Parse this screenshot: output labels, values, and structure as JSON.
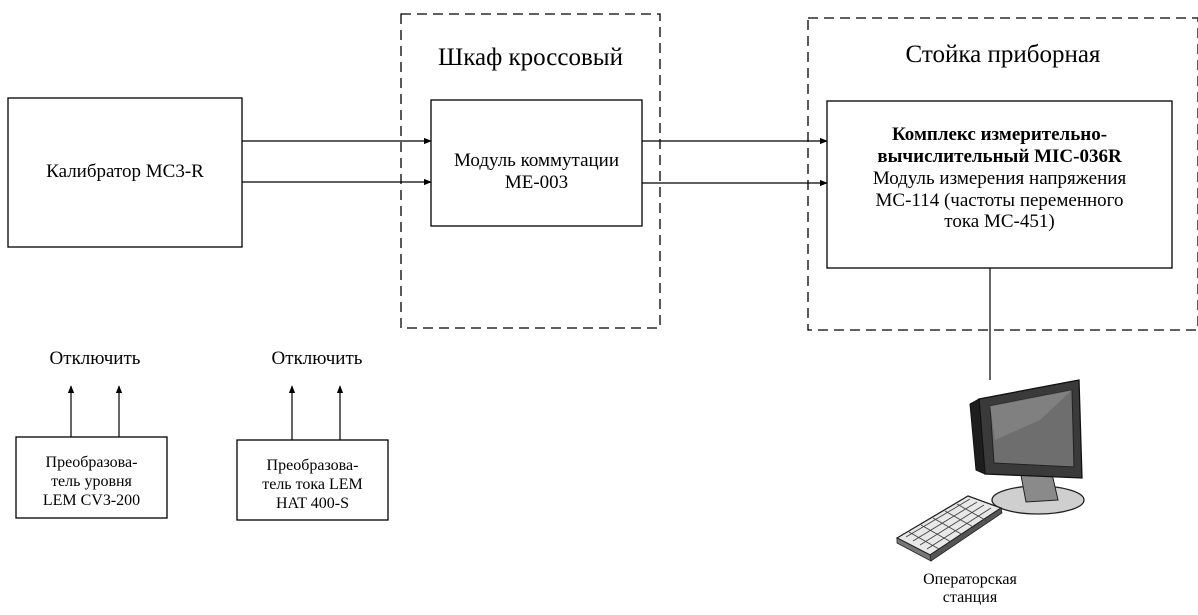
{
  "diagram": {
    "cabinet_title": "Шкаф кроссовый",
    "rack_title": "Стойка приборная",
    "calibrator": "Калибратор MC3-R",
    "switch_module_line1": "Модуль коммутации",
    "switch_module_line2": "ME-003",
    "complex_line1": "Комплекс измерительно-",
    "complex_line2": "вычислительный MIC-036R",
    "complex_line3": "Модуль измерения напряжения",
    "complex_line4": "MC-114 (частоты переменного",
    "complex_line5": "тока MC-451)",
    "disconnect_left": "Отключить",
    "disconnect_right": "Отключить",
    "conv_level_line1": "Преобразова-",
    "conv_level_line2": "тель уровня",
    "conv_level_line3": "LEM CV3-200",
    "conv_current_line1": "Преобразова-",
    "conv_current_line2": "тель тока LEM",
    "conv_current_line3": "HAT 400-S",
    "operator_line1": "Операторская",
    "operator_line2": "станция"
  },
  "icons": {
    "workstation": "computer-monitor-keyboard-icon"
  },
  "colors": {
    "stroke": "#000000",
    "monitor_dark": "#3a3a3a",
    "monitor_screen": "#6e6e6e"
  }
}
